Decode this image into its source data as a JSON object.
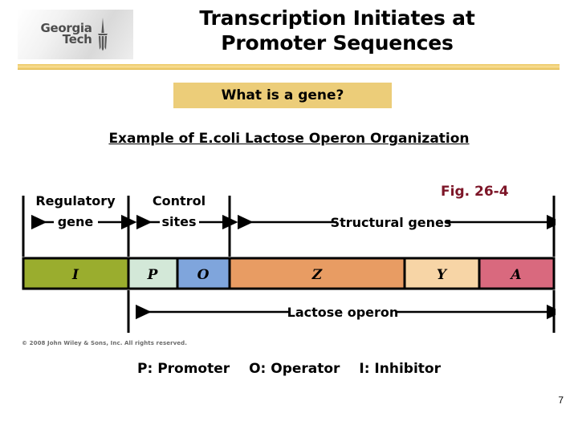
{
  "slide": {
    "title": "Transcription Initiates at Promoter Sequences",
    "title_line1": "Transcription Initiates at",
    "title_line2": "Promoter Sequences",
    "page_number": "7",
    "accent_gold": "#eccd79",
    "accent_dark_red": "#7d1628"
  },
  "logo": {
    "word1": "Georgia",
    "word2": "Tech",
    "icon": "gt-tower-icon"
  },
  "question_banner": {
    "text": "What is a gene?",
    "background": "#eccd79"
  },
  "subtitle": {
    "text": "Example of E.coli Lactose Operon Organization"
  },
  "figure": {
    "label": "Fig. 26-4",
    "copyright": "© 2008 John Wiley & Sons, Inc. All rights reserved.",
    "top_annotations": [
      {
        "name": "regulatory-gene",
        "line1": "Regulatory",
        "line2": "gene"
      },
      {
        "name": "control-sites",
        "line1": "Control",
        "line2": "sites"
      },
      {
        "name": "structural-genes",
        "line1": "",
        "line2": "Structural genes"
      }
    ],
    "bottom_annotation": {
      "name": "lactose-operon",
      "label": "Lactose operon"
    },
    "segments": [
      {
        "id": "I",
        "label": "I",
        "color": "#9aad2e"
      },
      {
        "id": "P",
        "label": "P",
        "color": "#d3e8d8"
      },
      {
        "id": "O",
        "label": "O",
        "color": "#7fa5dc"
      },
      {
        "id": "Z",
        "label": "Z",
        "color": "#e89c63"
      },
      {
        "id": "Y",
        "label": "Y",
        "color": "#f7d5a6"
      },
      {
        "id": "A",
        "label": "A",
        "color": "#d9697e"
      }
    ]
  },
  "legend": {
    "items": [
      {
        "abbr": "P",
        "text": "P: Promoter"
      },
      {
        "abbr": "O",
        "text": "O: Operator"
      },
      {
        "abbr": "I",
        "text": "I: Inhibitor"
      }
    ]
  }
}
